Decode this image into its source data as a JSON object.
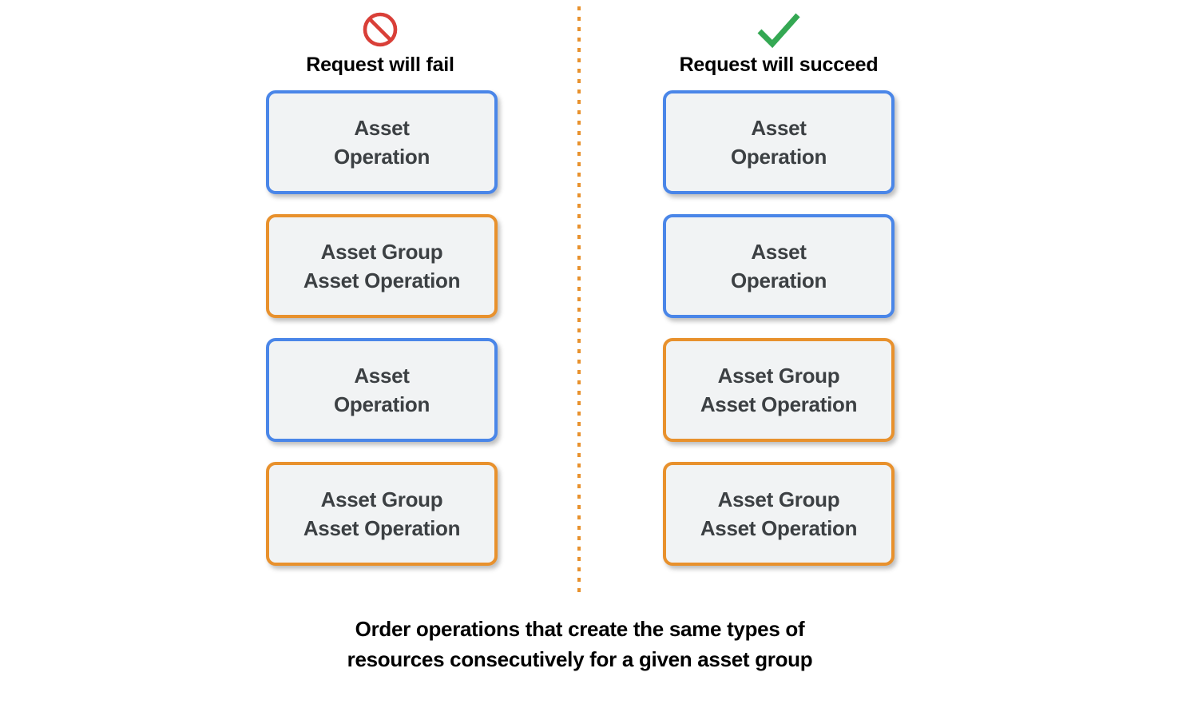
{
  "columns": [
    {
      "id": "fail",
      "icon": "prohibited-icon",
      "icon_color": "#d93f38",
      "header_label": "Request will fail",
      "boxes": [
        {
          "label": "Asset\nOperation",
          "color": "blue",
          "border_color": "#4a86e8"
        },
        {
          "label": "Asset Group\nAsset Operation",
          "color": "orange",
          "border_color": "#e8912d"
        },
        {
          "label": "Asset\nOperation",
          "color": "blue",
          "border_color": "#4a86e8"
        },
        {
          "label": "Asset Group\nAsset Operation",
          "color": "orange",
          "border_color": "#e8912d"
        }
      ]
    },
    {
      "id": "succeed",
      "icon": "checkmark-icon",
      "icon_color": "#34a853",
      "header_label": "Request will succeed",
      "boxes": [
        {
          "label": "Asset\nOperation",
          "color": "blue",
          "border_color": "#4a86e8"
        },
        {
          "label": "Asset\nOperation",
          "color": "blue",
          "border_color": "#4a86e8"
        },
        {
          "label": "Asset Group\nAsset Operation",
          "color": "orange",
          "border_color": "#e8912d"
        },
        {
          "label": "Asset Group\nAsset Operation",
          "color": "orange",
          "border_color": "#e8912d"
        }
      ]
    }
  ],
  "divider": {
    "style": "dotted-vertical",
    "color": "#e8912d"
  },
  "caption": "Order operations that create the same types of\nresources consecutively for a given asset group",
  "colors": {
    "box_fill": "#f1f3f4",
    "box_text": "#3c4043",
    "blue": "#4a86e8",
    "orange": "#e8912d",
    "red": "#d93f38",
    "green": "#34a853",
    "background": "#ffffff"
  }
}
